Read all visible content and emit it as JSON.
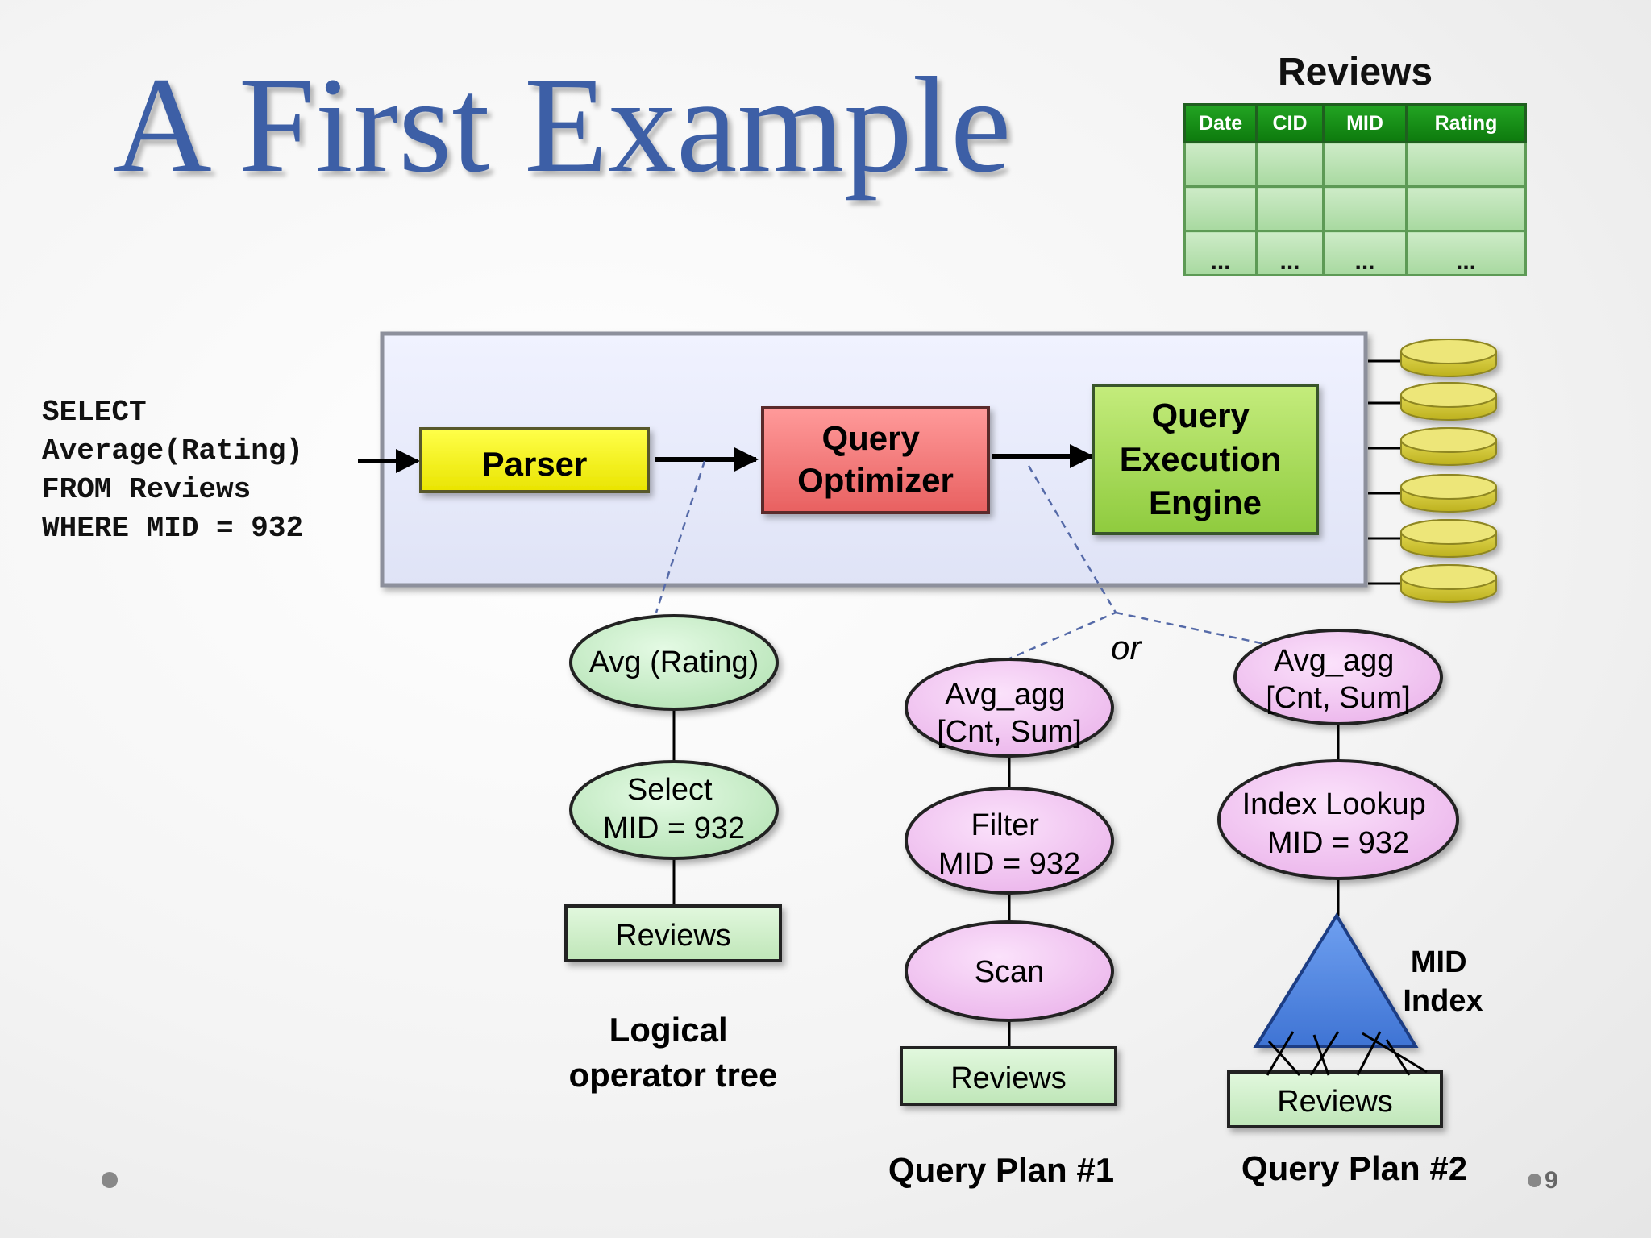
{
  "slide": {
    "title": "A First Example",
    "page_number": "9"
  },
  "reviews_table": {
    "title": "Reviews",
    "columns": [
      "Date",
      "CID",
      "MID",
      "Rating"
    ],
    "rows": [
      [
        "",
        "",
        "",
        ""
      ],
      [
        "",
        "",
        "",
        ""
      ],
      [
        "...",
        "...",
        "...",
        "..."
      ]
    ]
  },
  "sql": {
    "lines": [
      "SELECT",
      "Average(Rating)",
      "FROM Reviews",
      "WHERE MID = 932"
    ]
  },
  "pipeline": {
    "parser": "Parser",
    "optimizer": [
      "Query",
      "Optimizer"
    ],
    "engine": [
      "Query",
      "Execution",
      "Engine"
    ]
  },
  "or_label": "or",
  "logical_tree": {
    "caption": [
      "Logical",
      "operator tree"
    ],
    "nodes": {
      "avg": [
        "Avg (Rating)"
      ],
      "select": [
        "Select",
        "MID = 932"
      ],
      "table": "Reviews"
    }
  },
  "plan1": {
    "caption": "Query Plan #1",
    "nodes": {
      "avg": [
        "Avg_agg",
        "[Cnt, Sum]"
      ],
      "filter": [
        "Filter",
        "MID = 932"
      ],
      "scan": [
        "Scan"
      ],
      "table": "Reviews"
    }
  },
  "plan2": {
    "caption": "Query Plan #2",
    "nodes": {
      "avg": [
        "Avg_agg",
        "[Cnt, Sum]"
      ],
      "lookup": [
        "Index Lookup",
        "MID = 932"
      ],
      "table": "Reviews"
    },
    "index_label": [
      "MID",
      "Index"
    ]
  },
  "colors": {
    "title": "#3d5fa6",
    "parser": "#ffff00",
    "optimizer": "#f07878",
    "engine": "#a6d957",
    "logical_node": "#c6f0c6",
    "plan_node": "#f4c4f4",
    "index_triangle": "#4f86e0",
    "table_header": "#0d7a0d",
    "disk": "#d8cf40"
  }
}
